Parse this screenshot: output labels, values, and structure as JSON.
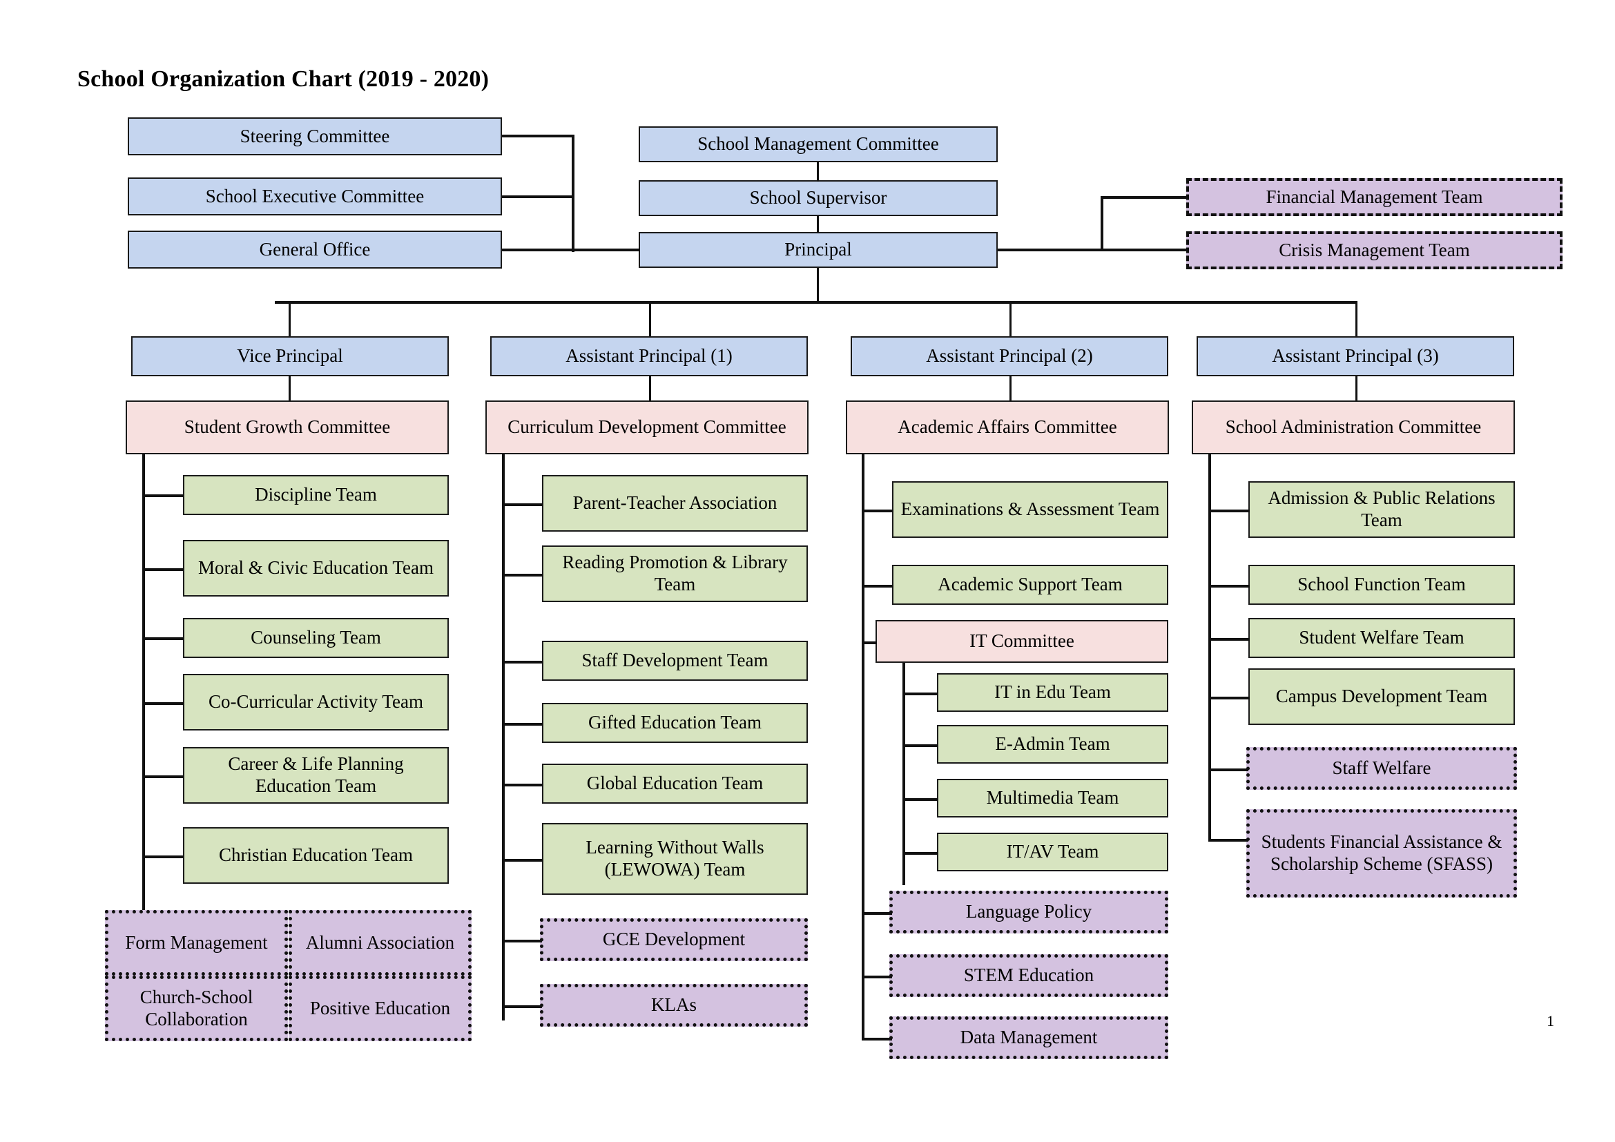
{
  "title": "School Organization Chart (2019 - 2020)",
  "page_number": "1",
  "colors": {
    "blue": "#c5d5ef",
    "pink": "#f7e0df",
    "green": "#d7e4c0",
    "purple": "#d4c2e0",
    "line": "#111111"
  },
  "top": {
    "left_column": [
      {
        "label": "Steering Committee"
      },
      {
        "label": "School Executive Committee"
      },
      {
        "label": "General Office"
      }
    ],
    "center_column": [
      {
        "label": "School Management Committee"
      },
      {
        "label": "School Supervisor"
      },
      {
        "label": "Principal"
      }
    ],
    "right_column": [
      {
        "label": "Financial Management Team"
      },
      {
        "label": "Crisis Management Team"
      }
    ]
  },
  "columns": [
    {
      "head": "Vice Principal",
      "committee": "Student Growth Committee",
      "teams": [
        "Discipline Team",
        "Moral & Civic Education Team",
        "Counseling Team",
        "Co-Curricular Activity Team",
        "Career & Life Planning Education Team",
        "Christian Education Team"
      ],
      "grid": [
        "Form Management",
        "Alumni Association",
        "Church-School Collaboration",
        "Positive Education"
      ]
    },
    {
      "head": "Assistant Principal (1)",
      "committee": "Curriculum Development Committee",
      "teams": [
        "Parent-Teacher Association",
        "Reading Promotion & Library Team",
        "Staff Development Team",
        "Gifted Education Team",
        "Global Education Team",
        "Learning Without Walls (LEWOWA) Team"
      ],
      "dotted": [
        "GCE Development",
        "KLAs"
      ]
    },
    {
      "head": "Assistant Principal (2)",
      "committee": "Academic Affairs Committee",
      "teams": [
        "Examinations & Assessment Team",
        "Academic Support Team"
      ],
      "sub_committee": "IT Committee",
      "sub_teams": [
        "IT in Edu Team",
        "E-Admin Team",
        "Multimedia Team",
        "IT/AV Team"
      ],
      "dotted": [
        "Language Policy",
        "STEM Education",
        "Data Management"
      ]
    },
    {
      "head": "Assistant Principal (3)",
      "committee": "School Administration Committee",
      "teams": [
        "Admission & Public Relations Team",
        "School Function Team",
        "Student Welfare Team",
        "Campus Development Team"
      ],
      "dotted": [
        "Staff Welfare",
        "Students Financial Assistance & Scholarship Scheme (SFASS)"
      ]
    }
  ]
}
